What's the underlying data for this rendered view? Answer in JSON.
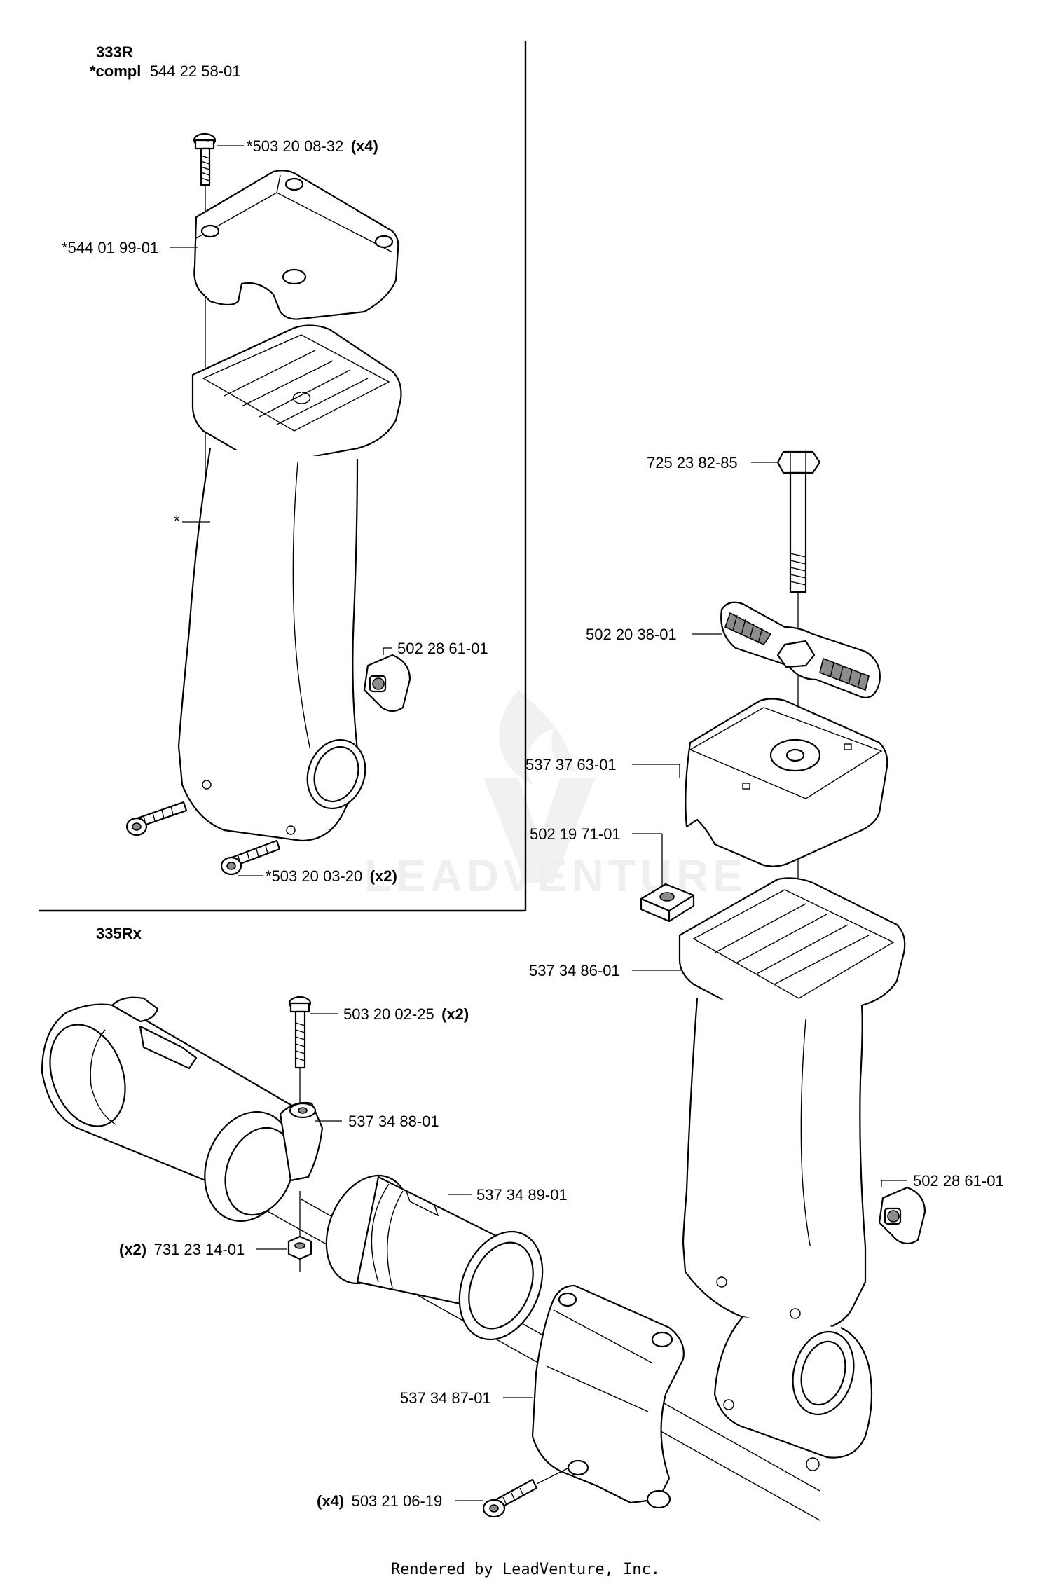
{
  "sections": {
    "top_title": "333R",
    "top_kit_prefix": "*compl",
    "top_kit_number": "544 22 58-01",
    "bottom_title": "335Rx"
  },
  "labels": {
    "screw_top": "*503 20 08-32",
    "screw_top_qty": "(x4)",
    "cap_top": "*544 01 99-01",
    "star": "*",
    "clip_top": "502 28 61-01",
    "screw_bottom_top": "*503 20 03-20",
    "screw_bottom_top_qty": "(x2)",
    "bolt": "725 23 82-85",
    "wing_nut": "502 20 38-01",
    "cap_right": "537 37 63-01",
    "square_nut": "502 19 71-01",
    "handle_body": "537 34 86-01",
    "screw_clamp": "503 20 02-25",
    "screw_clamp_qty": "(x2)",
    "clamp_ring": "537 34 88-01",
    "sleeve": "537 34 89-01",
    "clip_right": "502 28 61-01",
    "nut_qty": "(x2)",
    "nut": "731 23 14-01",
    "bracket": "537 34 87-01",
    "screw_bracket_qty": "(x4)",
    "screw_bracket": "503 21 06-19"
  },
  "watermark": "LEADVENTURE",
  "footer": "Rendered by LeadVenture, Inc."
}
